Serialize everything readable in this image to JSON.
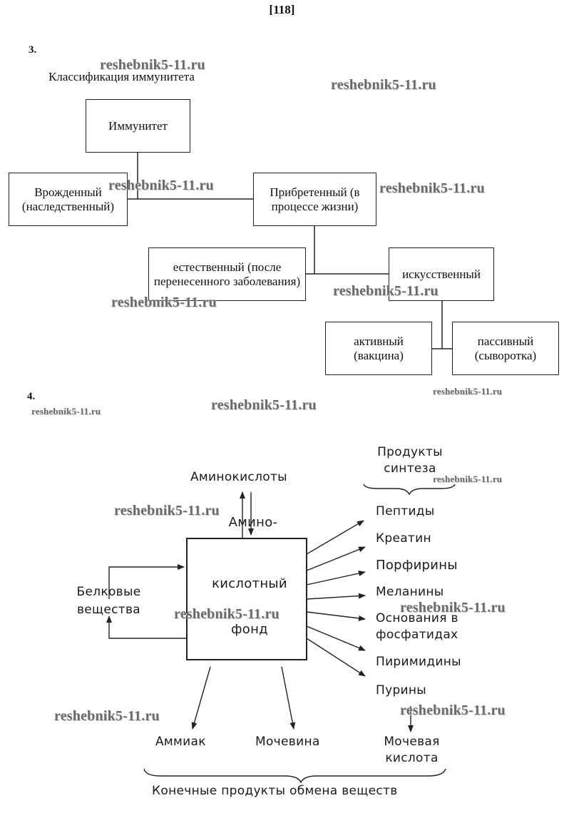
{
  "page_number": "[118]",
  "task3": {
    "number": "3.",
    "title": "Классификация иммунитета",
    "nodes": {
      "root": "Иммунитет",
      "innate": "Врожденный (наследственный)",
      "acquired": "Прибретенный (в процессе жизни)",
      "natural": "естественный (после перенесенного заболевания)",
      "artificial": "искусственный",
      "active": "активный (вакцина)",
      "passive": "пассивный (сыворотка)"
    }
  },
  "task4": {
    "number": "4.",
    "center_lines": [
      "Амино-",
      "кислотный",
      "фонд"
    ],
    "amino_acids": "Аминокислоты",
    "proteins_lines": [
      "Белковые",
      "вещества"
    ],
    "synthesis_header_lines": [
      "Продукты",
      "синтеза"
    ],
    "synthesis_products": [
      "Пептиды",
      "Креатин",
      "Порфирины",
      "Меланины",
      "Основания в",
      "фосфатидах",
      "Пиримидины",
      "Пурины"
    ],
    "end_products": [
      "Аммиак",
      "Мочевина"
    ],
    "uric_acid_lines": [
      "Мочевая",
      "кислота"
    ],
    "end_products_label": "Конечные продукты обмена веществ"
  },
  "watermark": "reshebnik5-11.ru"
}
